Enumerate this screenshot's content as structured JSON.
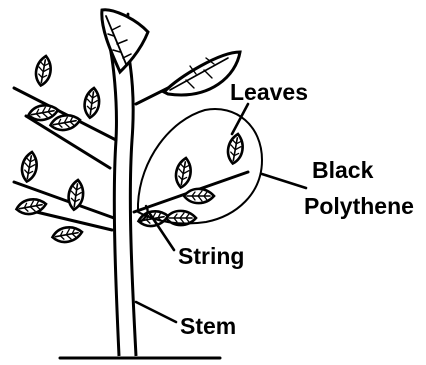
{
  "diagram": {
    "labels": {
      "leaves": "Leaves",
      "black": "Black",
      "polythene": "Polythene",
      "string": "String",
      "stem": "Stem"
    }
  }
}
